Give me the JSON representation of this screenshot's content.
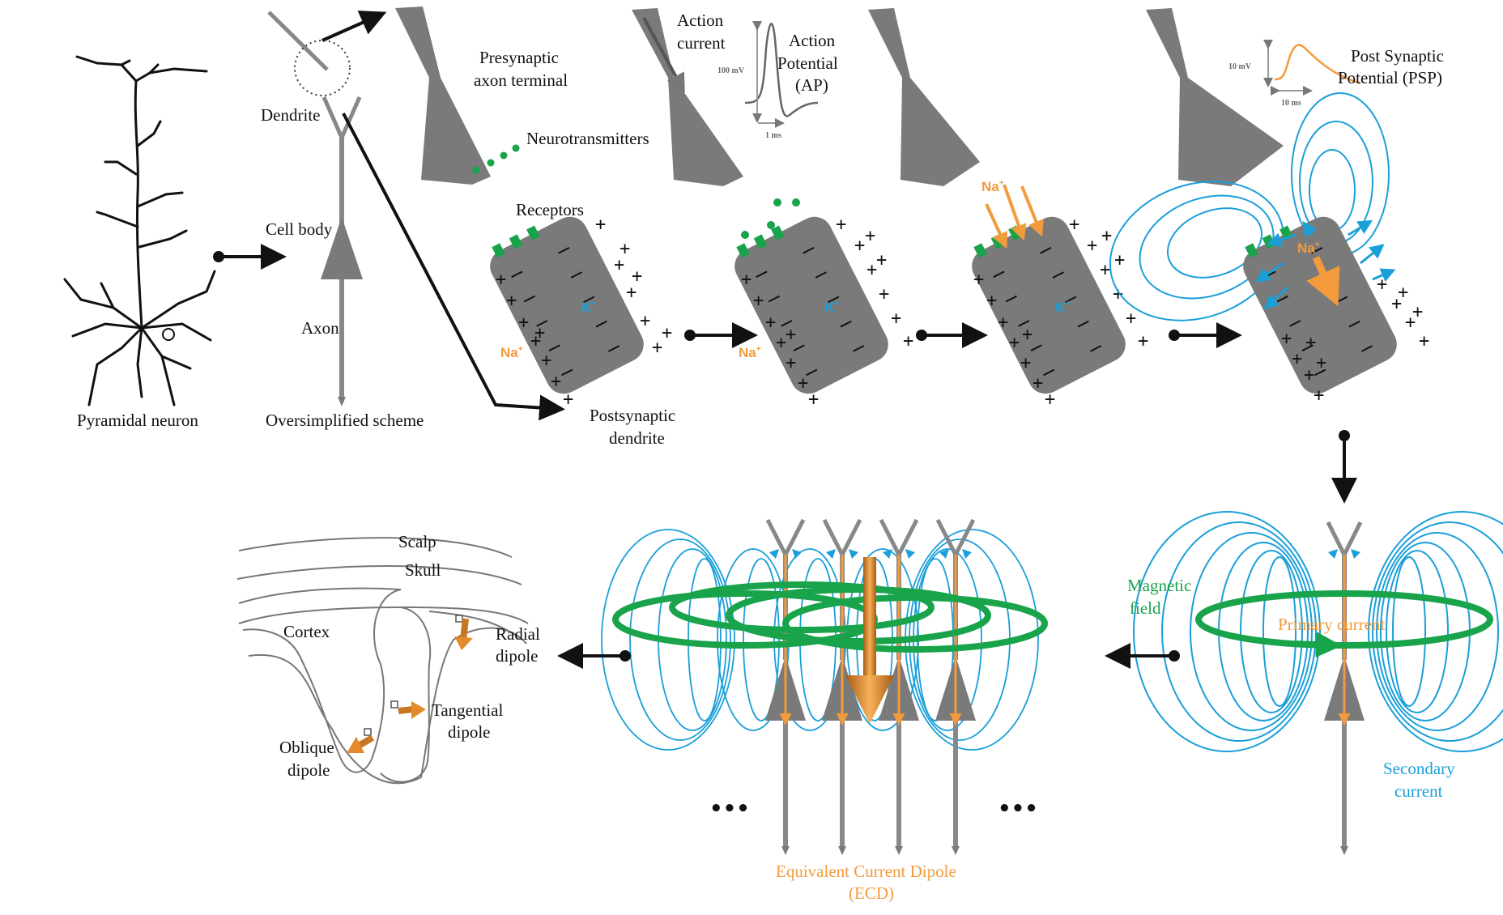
{
  "colors": {
    "gray": "#7a7a7a",
    "blue": "#1a9fd9",
    "green": "#19a34a",
    "orange": "#f39b3c",
    "black": "#111111"
  },
  "labels": {
    "pyramidal_neuron": "Pyramidal neuron",
    "oversimplified_scheme": "Oversimplified scheme",
    "dendrite": "Dendrite",
    "cell_body": "Cell body",
    "axon": "Axon",
    "presynaptic_1": "Presynaptic",
    "presynaptic_2": "axon terminal",
    "neurotransmitters": "Neurotransmitters",
    "receptors": "Receptors",
    "postsynaptic_1": "Postsynaptic",
    "postsynaptic_2": "dendrite",
    "action_current_1": "Action",
    "action_current_2": "current",
    "action_potential_1": "Action",
    "action_potential_2": "Potential",
    "action_potential_3": "(AP)",
    "ap_amplitude": "100 mV",
    "ap_duration": "1 ms",
    "psp_1": "Post Synaptic",
    "psp_2": "Potential (PSP)",
    "psp_amplitude": "10 mV",
    "psp_duration": "10 ms",
    "na_ion": "Na",
    "k_ion": "K",
    "ion_charge": "+",
    "magnetic_1": "Magnetic",
    "magnetic_2": "field",
    "primary_current": "Primary   current",
    "secondary_1": "Secondary",
    "secondary_2": "current",
    "ecd_1": "Equivalent Current Dipole",
    "ecd_2": "(ECD)",
    "ellipsis": "•••",
    "scalp": "Scalp",
    "skull": "Skull",
    "cortex": "Cortex",
    "radial_1": "Radial",
    "radial_2": "dipole",
    "tangential_1": "Tangential",
    "tangential_2": "dipole",
    "oblique_1": "Oblique",
    "oblique_2": "dipole"
  }
}
